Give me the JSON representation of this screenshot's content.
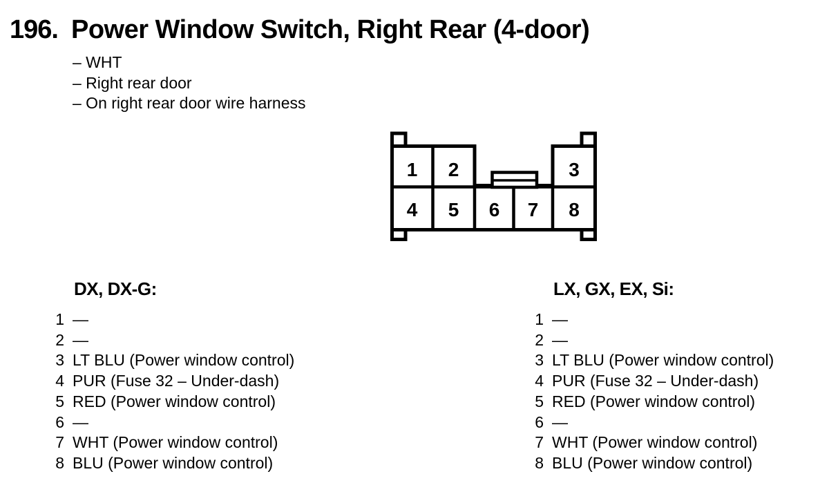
{
  "page": {
    "background_color": "#ffffff",
    "text_color": "#000000"
  },
  "title": {
    "number": "196.",
    "text": "Power Window Switch, Right Rear (4-door)"
  },
  "notes": [
    "– WHT",
    "– Right rear door",
    "– On right rear door wire harness"
  ],
  "connector": {
    "description": "8-pin connector, front view, two rows with corner tabs and center latch",
    "outline_color": "#000000",
    "top_row_pins": [
      "1",
      "2",
      "3"
    ],
    "bottom_row_pins": [
      "4",
      "5",
      "6",
      "7",
      "8"
    ]
  },
  "pinouts": [
    {
      "heading": "DX, DX-G:",
      "rows": [
        {
          "pin": "1",
          "desc": "—"
        },
        {
          "pin": "2",
          "desc": "—"
        },
        {
          "pin": "3",
          "desc": "LT BLU (Power window control)"
        },
        {
          "pin": "4",
          "desc": "PUR (Fuse 32 – Under-dash)"
        },
        {
          "pin": "5",
          "desc": "RED (Power window control)"
        },
        {
          "pin": "6",
          "desc": "—"
        },
        {
          "pin": "7",
          "desc": "WHT (Power window control)"
        },
        {
          "pin": "8",
          "desc": "BLU (Power window control)"
        }
      ]
    },
    {
      "heading": "LX, GX, EX, Si:",
      "rows": [
        {
          "pin": "1",
          "desc": "—"
        },
        {
          "pin": "2",
          "desc": "—"
        },
        {
          "pin": "3",
          "desc": "LT BLU (Power window control)"
        },
        {
          "pin": "4",
          "desc": "PUR (Fuse 32 – Under-dash)"
        },
        {
          "pin": "5",
          "desc": "RED (Power window control)"
        },
        {
          "pin": "6",
          "desc": "—"
        },
        {
          "pin": "7",
          "desc": "WHT (Power window control)"
        },
        {
          "pin": "8",
          "desc": "BLU (Power window control)"
        }
      ]
    }
  ]
}
